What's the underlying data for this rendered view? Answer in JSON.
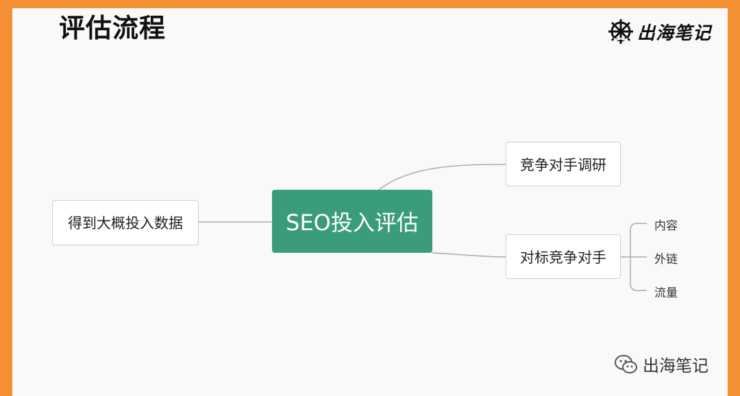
{
  "slide": {
    "title": "评估流程"
  },
  "logo": {
    "text": "出海笔记",
    "icon": "anchor-wheel-icon"
  },
  "mindmap": {
    "central": "SEO投入评估",
    "left": "得到大概投入数据",
    "right_top": "竞争对手调研",
    "right_bottom": "对标竞争对手",
    "leaves": [
      "内容",
      "外链",
      "流量"
    ]
  },
  "watermark": {
    "icon": "wechat-icon",
    "text": "出海笔记"
  },
  "colors": {
    "border": "#f39033",
    "central_node": "#3a9b7d",
    "connector": "#aaaaaa"
  }
}
